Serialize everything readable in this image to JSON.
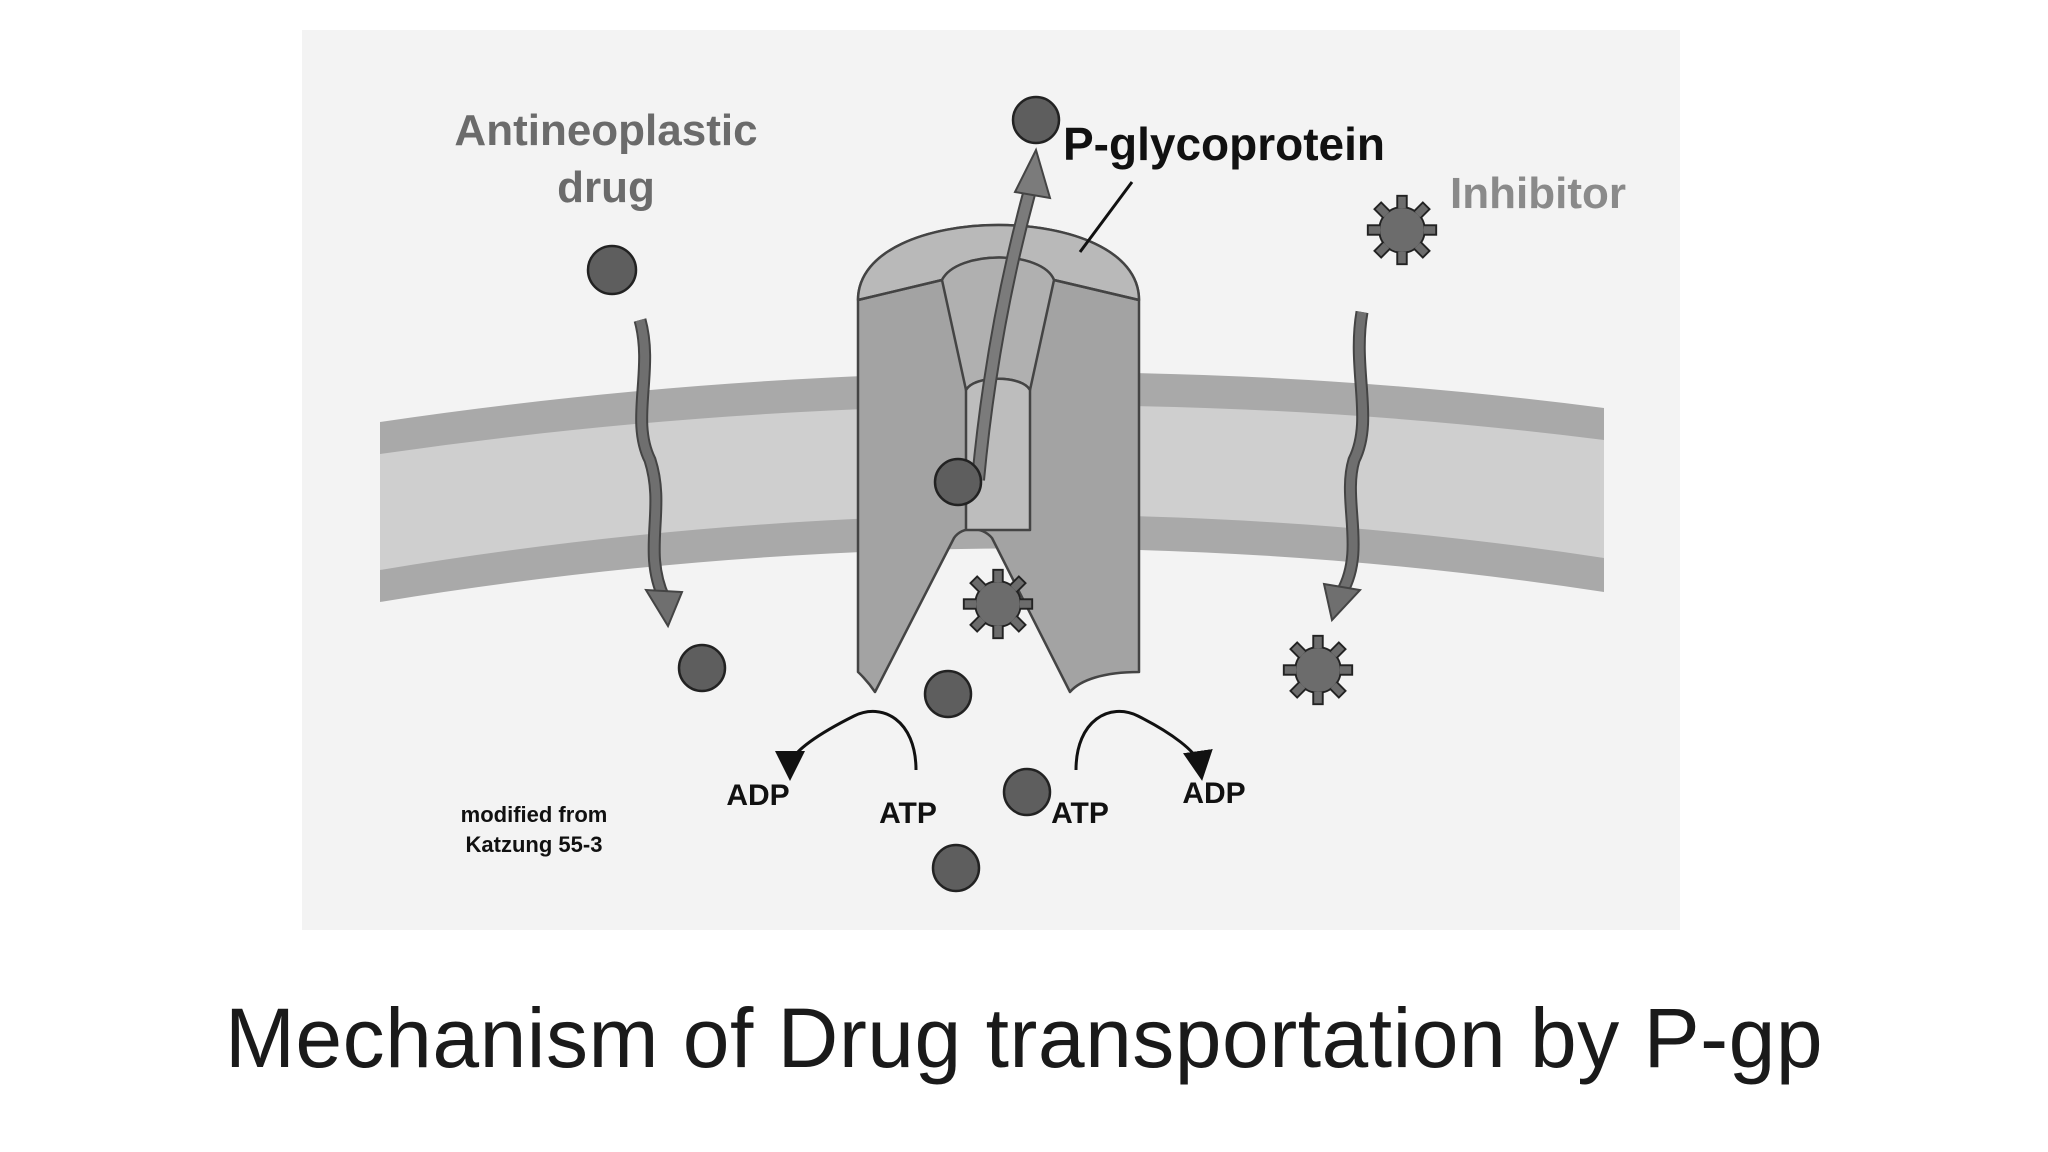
{
  "diagram": {
    "labels": {
      "antineoplastic_line1": "Antineoplastic",
      "antineoplastic_line2": "drug",
      "pglycoprotein": "P-glycoprotein",
      "inhibitor": "Inhibitor",
      "adp_left": "ADP",
      "atp_left": "ATP",
      "atp_right": "ATP",
      "adp_right": "ADP",
      "credit_line1": "modified from",
      "credit_line2": "Katzung 55-3"
    },
    "colors": {
      "panel": "#f3f3f3",
      "membrane_outer": "#a9a9a9",
      "membrane_inner": "#cfcfcf",
      "protein": "#a3a3a3",
      "protein_top": "#b9b9b9",
      "drug": "#5e5e5e",
      "inhibitor": "#6c6c6c",
      "arrow": "#636363",
      "text_dark": "#111111",
      "text_gray": "#6b6b6b",
      "text_light": "#8a8a8a"
    }
  },
  "caption": "Mechanism of Drug transportation by P-gp"
}
